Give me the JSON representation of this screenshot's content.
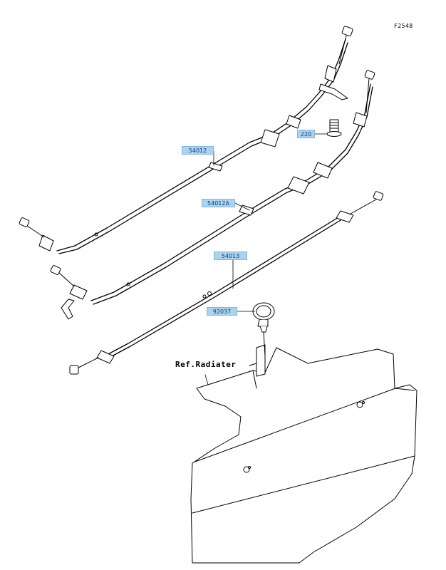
{
  "figure_code": "F2548",
  "reference_note": "Ref.Radiater",
  "part_labels": {
    "p54012": "54012",
    "p54012A": "54012A",
    "p54013": "54013",
    "p92037": "92037",
    "p220": "220"
  }
}
